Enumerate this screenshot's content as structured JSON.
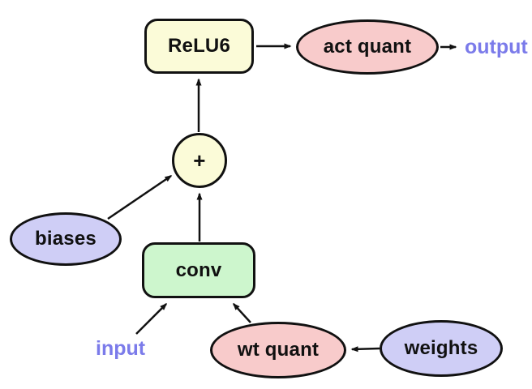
{
  "diagram": {
    "nodes": {
      "relu6": {
        "label": "ReLU6",
        "fill": "#FBFBD8"
      },
      "act_quant": {
        "label": "act quant",
        "fill": "#F8CBCB"
      },
      "plus": {
        "label": "+",
        "fill": "#FBFBD8"
      },
      "conv": {
        "label": "conv",
        "fill": "#CDF6CD"
      },
      "biases": {
        "label": "biases",
        "fill": "#CFCEF6"
      },
      "wt_quant": {
        "label": "wt quant",
        "fill": "#F8CBCB"
      },
      "weights": {
        "label": "weights",
        "fill": "#CFCEF6"
      }
    },
    "io": {
      "input": {
        "label": "input",
        "color": "#7B7BEA"
      },
      "output": {
        "label": "output",
        "color": "#7B7BEA"
      }
    },
    "edges": [
      {
        "from": "plus",
        "to": "relu6"
      },
      {
        "from": "relu6",
        "to": "act_quant"
      },
      {
        "from": "act_quant",
        "to": "output"
      },
      {
        "from": "biases",
        "to": "plus"
      },
      {
        "from": "conv",
        "to": "plus"
      },
      {
        "from": "input",
        "to": "conv"
      },
      {
        "from": "wt_quant",
        "to": "conv"
      },
      {
        "from": "weights",
        "to": "wt_quant"
      }
    ],
    "edge_color": "#111111",
    "border_color": "#111111"
  }
}
